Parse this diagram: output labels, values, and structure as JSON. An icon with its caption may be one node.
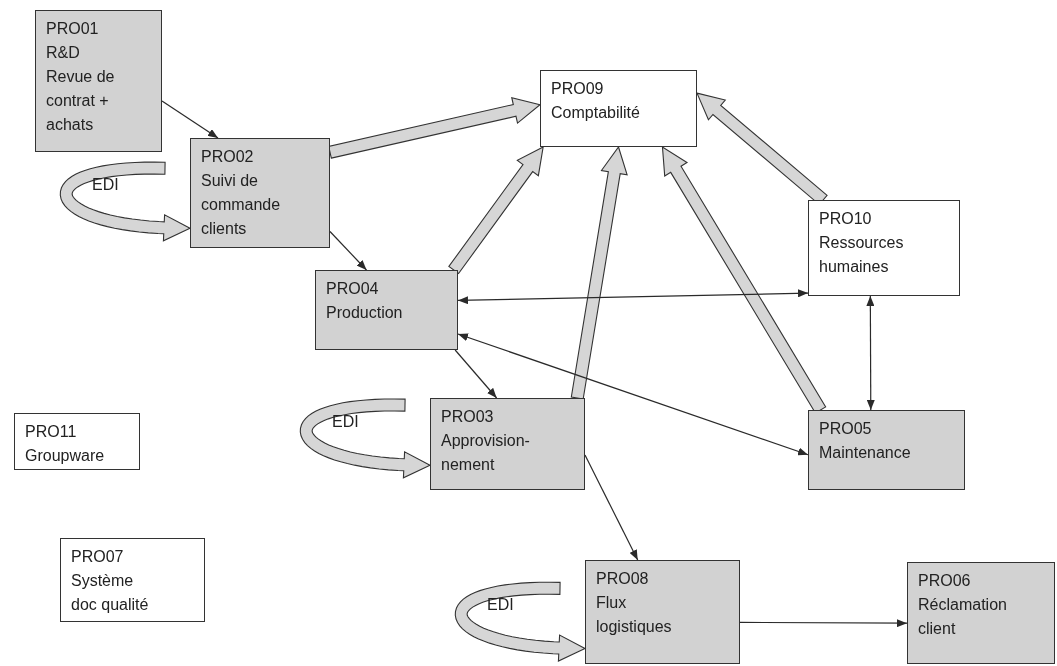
{
  "diagram": {
    "nodes": [
      {
        "text": [
          "PRO01",
          "R&D",
          "Revue de contrat + achats"
        ]
      },
      {
        "text": [
          "PRO09",
          "Comptabilité"
        ]
      },
      {
        "text": [
          "PRO02",
          "Suivi de commande clients"
        ]
      },
      {
        "text": [
          "PRO10",
          "Ressources humaines"
        ]
      },
      {
        "text": [
          "PRO04",
          "Production"
        ]
      },
      {
        "text": [
          "PRO11",
          "Groupware"
        ]
      },
      {
        "text": [
          "PRO03",
          "Approvision-nement"
        ]
      },
      {
        "text": [
          "PRO05",
          "Maintenance"
        ]
      },
      {
        "text": [
          "PRO07",
          "Système doc qualité"
        ]
      },
      {
        "text": [
          "PRO08",
          "Flux logistiques"
        ]
      },
      {
        "text": [
          "PRO06",
          "Réclamation client"
        ]
      }
    ],
    "edges": [
      {
        "from": 0,
        "to": 2,
        "arrow": "to"
      },
      {
        "from": 2,
        "to": 1,
        "arrow": "to",
        "style": "thick"
      },
      {
        "from": 2,
        "to": 4,
        "arrow": "to"
      },
      {
        "from": 4,
        "to": 1,
        "arrow": "to",
        "style": "thick"
      },
      {
        "from": 6,
        "to": 1,
        "arrow": "to",
        "style": "thick"
      },
      {
        "from": 7,
        "to": 1,
        "arrow": "to",
        "style": "thick"
      },
      {
        "from": 3,
        "to": 1,
        "arrow": "to",
        "style": "thick"
      },
      {
        "from": 4,
        "to": 3,
        "arrow": "both"
      },
      {
        "from": 4,
        "to": 7,
        "arrow": "both"
      },
      {
        "from": 3,
        "to": 7,
        "arrow": "both"
      },
      {
        "from": 4,
        "to": 6,
        "arrow": "to"
      },
      {
        "from": 6,
        "to": 9,
        "arrow": "to"
      },
      {
        "from": 9,
        "to": 10,
        "arrow": "to"
      },
      {
        "from": null,
        "to": 2,
        "arrow": "to",
        "label": "EDI",
        "style": "thick"
      },
      {
        "from": null,
        "to": 6,
        "arrow": "to",
        "label": "EDI",
        "style": "thick"
      },
      {
        "from": null,
        "to": 9,
        "arrow": "to",
        "label": "EDI",
        "style": "thick"
      }
    ]
  }
}
